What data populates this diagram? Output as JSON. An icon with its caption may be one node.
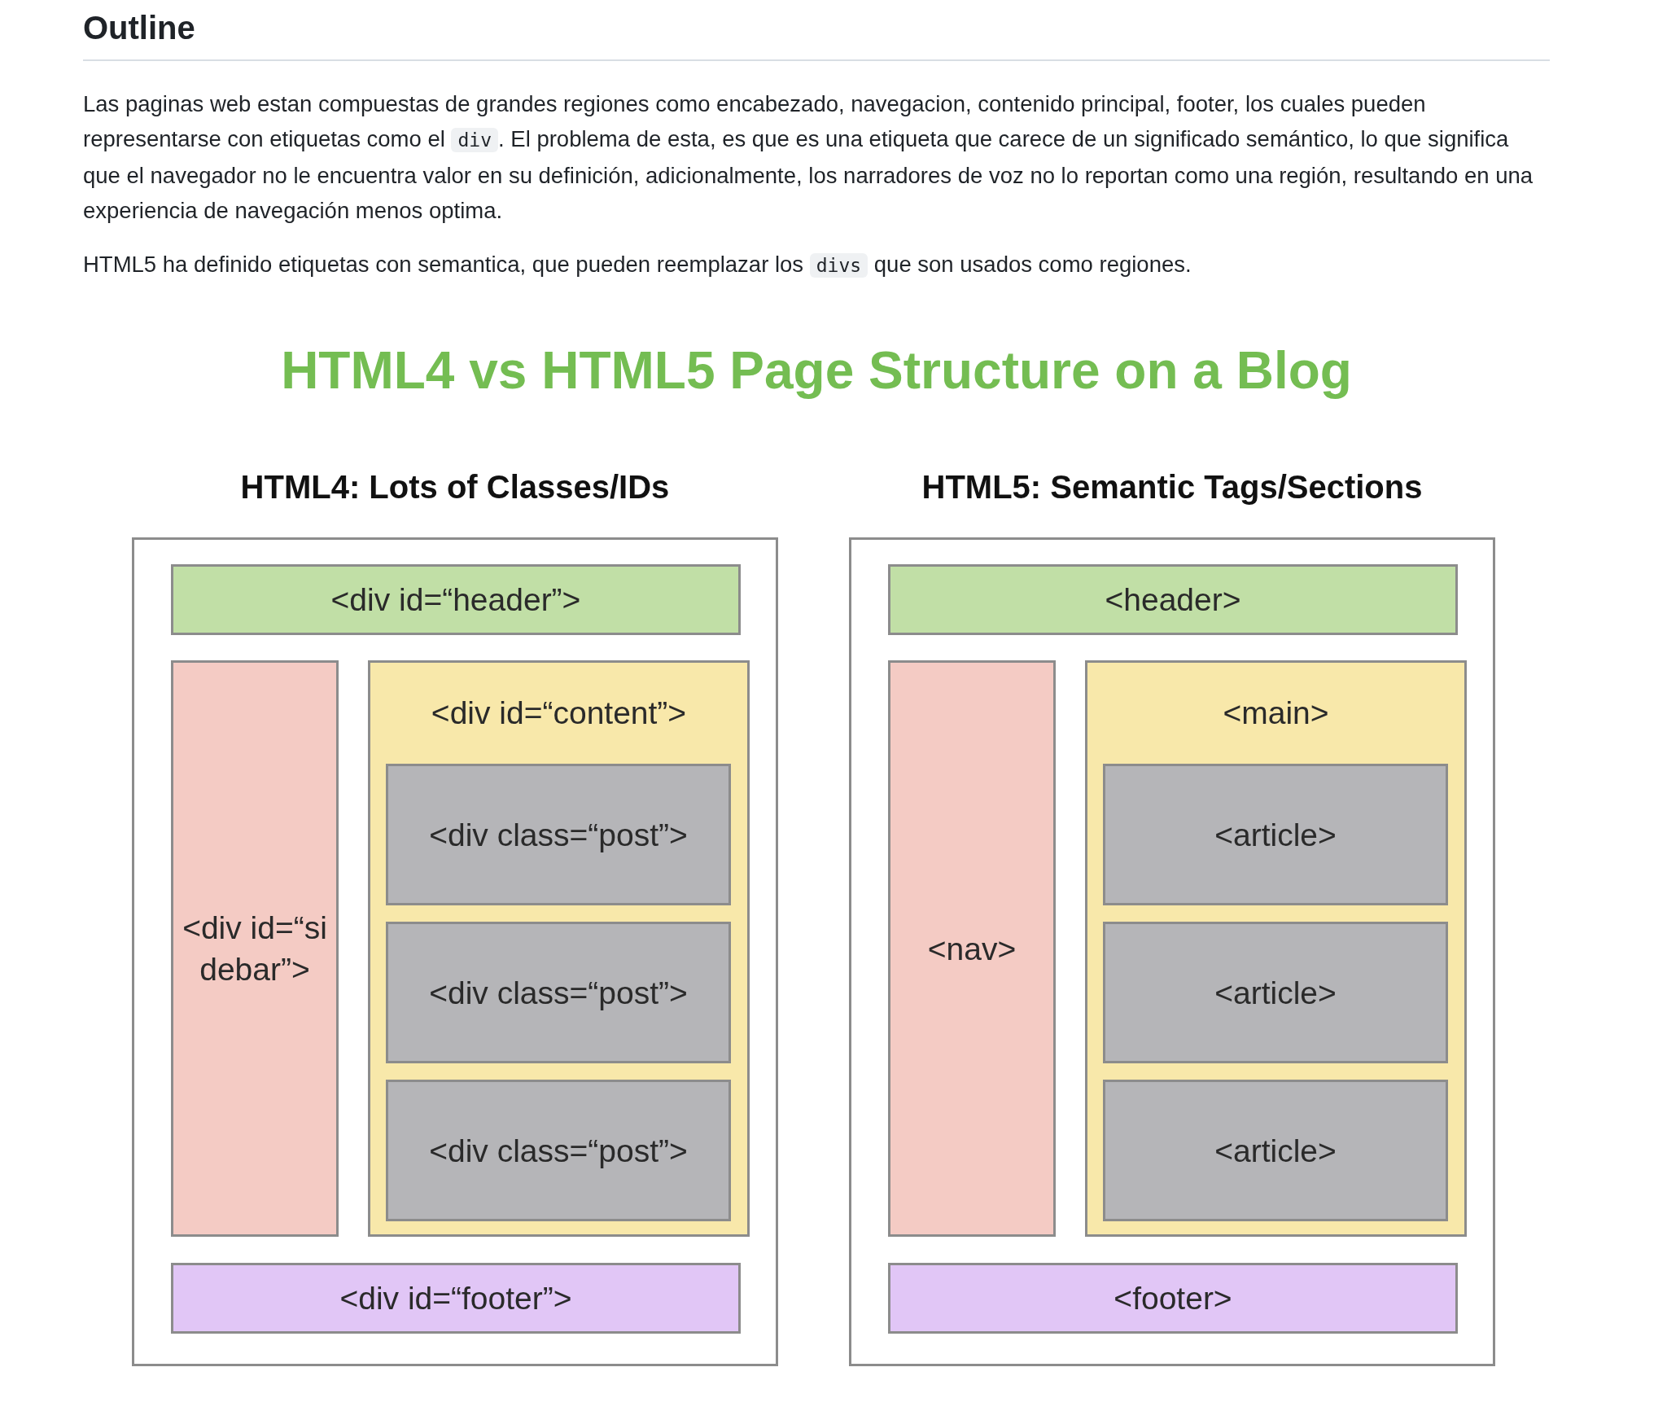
{
  "diagram": {
    "title": "HTML4 vs HTML5 Page Structure on a Blog",
    "nodes": [
      {
        "text": [
          "HTML4: Lots of Classes/IDs"
        ]
      },
      {
        "text": [
          "<div id=“header”>"
        ],
        "in": 0
      },
      {
        "text": [
          "<div id=“sidebar”>"
        ],
        "in": 0
      },
      {
        "text": [
          "<div id=“content”>"
        ],
        "in": 0
      },
      {
        "text": [
          "<div class=“post”>"
        ],
        "in": 3
      },
      {
        "text": [
          "<div class=“post”>"
        ],
        "in": 3
      },
      {
        "text": [
          "<div class=“post”>"
        ],
        "in": 3
      },
      {
        "text": [
          "<div id=“footer”>"
        ],
        "in": 0
      },
      {
        "text": [
          "HTML5: Semantic Tags/Sections"
        ]
      },
      {
        "text": [
          "<header>"
        ],
        "in": 8
      },
      {
        "text": [
          "<nav>"
        ],
        "in": 8
      },
      {
        "text": [
          "<main>"
        ],
        "in": 8
      },
      {
        "text": [
          "<article>"
        ],
        "in": 11
      },
      {
        "text": [
          "<article>"
        ],
        "in": 11
      },
      {
        "text": [
          "<article>"
        ],
        "in": 11
      },
      {
        "text": [
          "<footer>"
        ],
        "in": 8
      }
    ],
    "labels": [
      "Outline",
      "Las paginas web estan compuestas de grandes regiones como encabezado, navegacion, contenido principal, footer, los cuales pueden representarse con etiquetas como el",
      "div",
      ". El problema de esta, es que es una etiqueta que carece de un significado semántico, lo que significa que el navegador no le encuentra valor en su definición, adicionalmente, los narradores de voz no lo reportan como una región, resultando en una experiencia de navegación menos optima.",
      "HTML5 ha definido etiquetas con semantica, que pueden reemplazar los",
      "divs",
      "que son usados como regiones."
    ]
  }
}
